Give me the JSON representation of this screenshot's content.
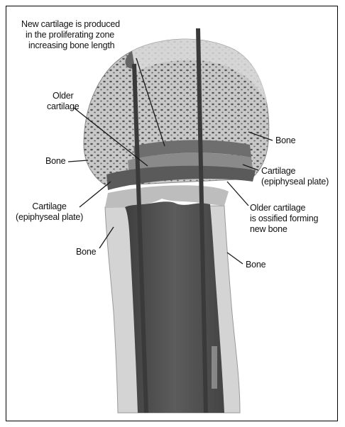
{
  "labels": {
    "new_cartilage": [
      "New cartilage is produced",
      "in the proliferating zone",
      "increasing bone length"
    ],
    "older_cartilage": [
      "Older",
      "cartilage"
    ],
    "bone_left": "Bone",
    "cartilage_left": [
      "Cartilage",
      "(epiphyseal plate)"
    ],
    "bone_bottom_left": "Bone",
    "bone_right_top": "Bone",
    "cartilage_right": [
      "Cartilage",
      "(epiphyseal plate)"
    ],
    "older_ossified": [
      "Older cartilage",
      "is ossified forming",
      "new bone"
    ],
    "bone_right_bottom": "Bone"
  },
  "colors": {
    "bone_light": "#d9d9d9",
    "bone_mid": "#9a9a9a",
    "shaft_dark": "#4d4d4d",
    "plate": "#6e6e6e",
    "line": "#1a1a1a"
  }
}
